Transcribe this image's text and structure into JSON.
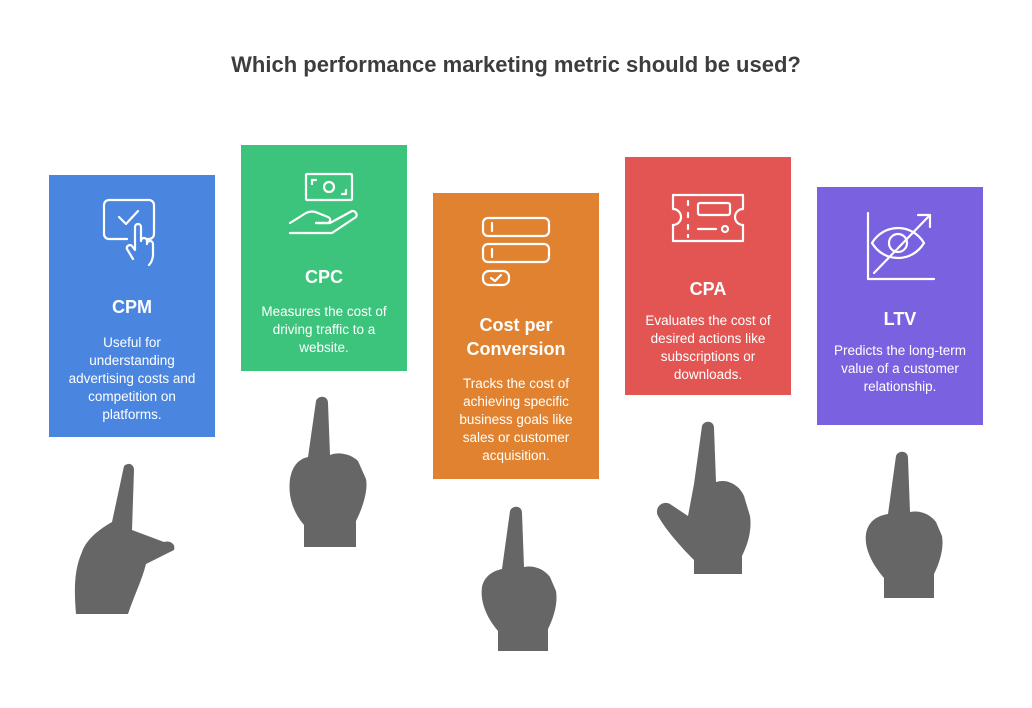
{
  "title": "Which performance marketing metric should be used?",
  "colors": {
    "cpm": "#4a86e0",
    "cpc": "#3cc47c",
    "cost_per_conversion": "#e0822f",
    "cpa": "#e35552",
    "ltv": "#7a61e0",
    "hand": "#666666"
  },
  "cards": [
    {
      "title": "CPM",
      "description": "Useful for understanding advertising costs and competition on platforms.",
      "icon": "touch-screen-icon"
    },
    {
      "title": "CPC",
      "description": "Measures the cost of driving traffic to a website.",
      "icon": "money-hand-icon"
    },
    {
      "title": "Cost per Conversion",
      "description": "Tracks the cost of achieving specific business goals like sales or customer acquisition.",
      "icon": "form-checklist-icon"
    },
    {
      "title": "CPA",
      "description": "Evaluates the cost of desired actions like subscriptions or downloads.",
      "icon": "ticket-icon"
    },
    {
      "title": "LTV",
      "description": "Predicts the long-term value of a customer relationship.",
      "icon": "eye-growth-chart-icon"
    }
  ]
}
